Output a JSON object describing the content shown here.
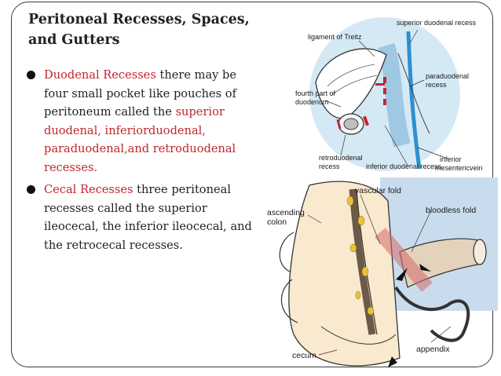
{
  "slide": {
    "title_line1": "Peritoneal Recesses, Spaces,",
    "title_line2": "and Gutters",
    "bullets": [
      {
        "term": "Duodenal Recesses",
        "text": " there may be four small pocket like pouches of peritoneum called the ",
        "highlight": "superior duodenal, inferiorduodenal, paraduodenal,and retroduodenal recesses."
      },
      {
        "term": "Cecal Recesses",
        "text": " three peritoneal recesses called the superior ileocecal, the inferior ileocecal, and the retrocecal recesses."
      }
    ]
  },
  "figure_top": {
    "labels": {
      "ligament": "ligament of Treitz",
      "superior": "superior duodenal recess",
      "paraduodenal_1": "paraduodenal",
      "paraduodenal_2": "recess",
      "fourth_1": "fourth part of",
      "fourth_2": "duodenum",
      "retro_1": "retroduodenal",
      "retro_2": "recess",
      "inferior_recess": "inferior duodenal recess",
      "inferior_vein_1": "inferior",
      "inferior_vein_2": "mesentericvein"
    }
  },
  "figure_bottom": {
    "labels": {
      "vascular": "vascular fold",
      "bloodless": "bloodless fold",
      "ascending_1": "ascending",
      "ascending_2": "colon",
      "appendix": "appendix",
      "cecum": "cecum"
    }
  },
  "colors": {
    "highlight": "#c0272d",
    "text": "#222222",
    "vein": "#2f8fd0"
  }
}
